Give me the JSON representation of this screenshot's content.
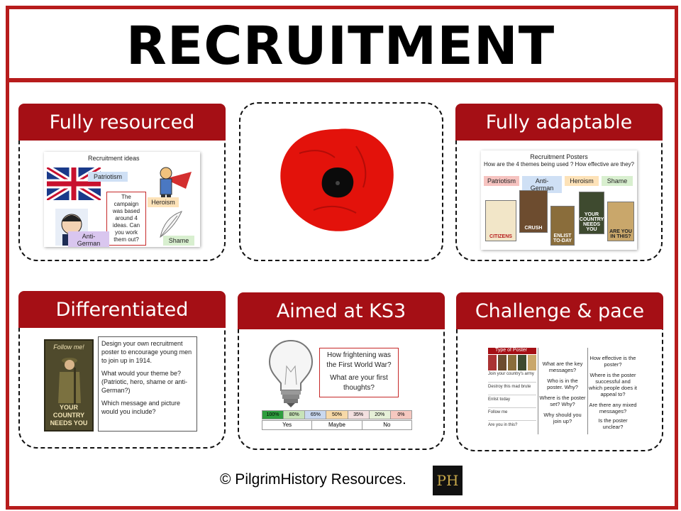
{
  "page": {
    "title": "RECRUITMENT"
  },
  "cards": {
    "resourced": {
      "header": "Fully resourced",
      "thumb_title": "Recruitment ideas",
      "tags": {
        "patriotism": "Patriotism",
        "heroism": "Heroism",
        "anti_german": "Anti-German",
        "shame": "Shame"
      },
      "note": "The campaign was based around 4 ideas. Can you work them out?"
    },
    "poppy": {
      "image": "poppy-image"
    },
    "adaptable": {
      "header": "Fully adaptable",
      "thumb_title": "Recruitment Posters",
      "thumb_subtitle": "How are the 4 themes being used ? How effective are they?",
      "tags": [
        "Patriotism",
        "Anti-German",
        "Heroism",
        "Shame"
      ],
      "posters": [
        "CITIZENS",
        "CRUSH",
        "ENLIST TO-DAY",
        "YOUR COUNTRY NEEDS YOU",
        "ARE YOU IN THIS?"
      ]
    },
    "differentiated": {
      "header": "Differentiated",
      "poster_top": "Follow me!",
      "poster_bottom": "YOUR COUNTRY NEEDS YOU",
      "text1": "Design your own recruitment poster to encourage young men to join up in 1914.",
      "text2": "What would your theme be? (Patriotic, hero, shame or anti-German?)",
      "text3": "Which message and picture would you include?"
    },
    "ks3": {
      "header": "Aimed at KS3",
      "question1": "How frightening was the First World War?",
      "question2": "What are your first thoughts?",
      "scale": [
        "100%",
        "80%",
        "65%",
        "50%",
        "35%",
        "20%",
        "0%"
      ],
      "answers": [
        "Yes",
        "Maybe",
        "No"
      ]
    },
    "challenge": {
      "header": "Challenge & pace",
      "table_header": "Type of Poster",
      "rows": [
        "Join your country's army",
        "Destroy this mad brute",
        "Enlist today",
        "Follow me",
        "Are you in this?"
      ],
      "col2": [
        "What are the key messages?",
        "Who is in the poster. Why?",
        "Where is the poster set? Why?",
        "Why should you join up?"
      ],
      "col3": [
        "How effective is the poster?",
        "Where is the poster successful and which people does it appeal to?",
        "Are there any mixed messages?",
        "Is the poster unclear?"
      ]
    }
  },
  "footer": {
    "text": "© PilgrimHistory Resources.",
    "logo": "PH"
  },
  "colors": {
    "accent": "#b71c1c",
    "header_bg": "#a50f15"
  }
}
